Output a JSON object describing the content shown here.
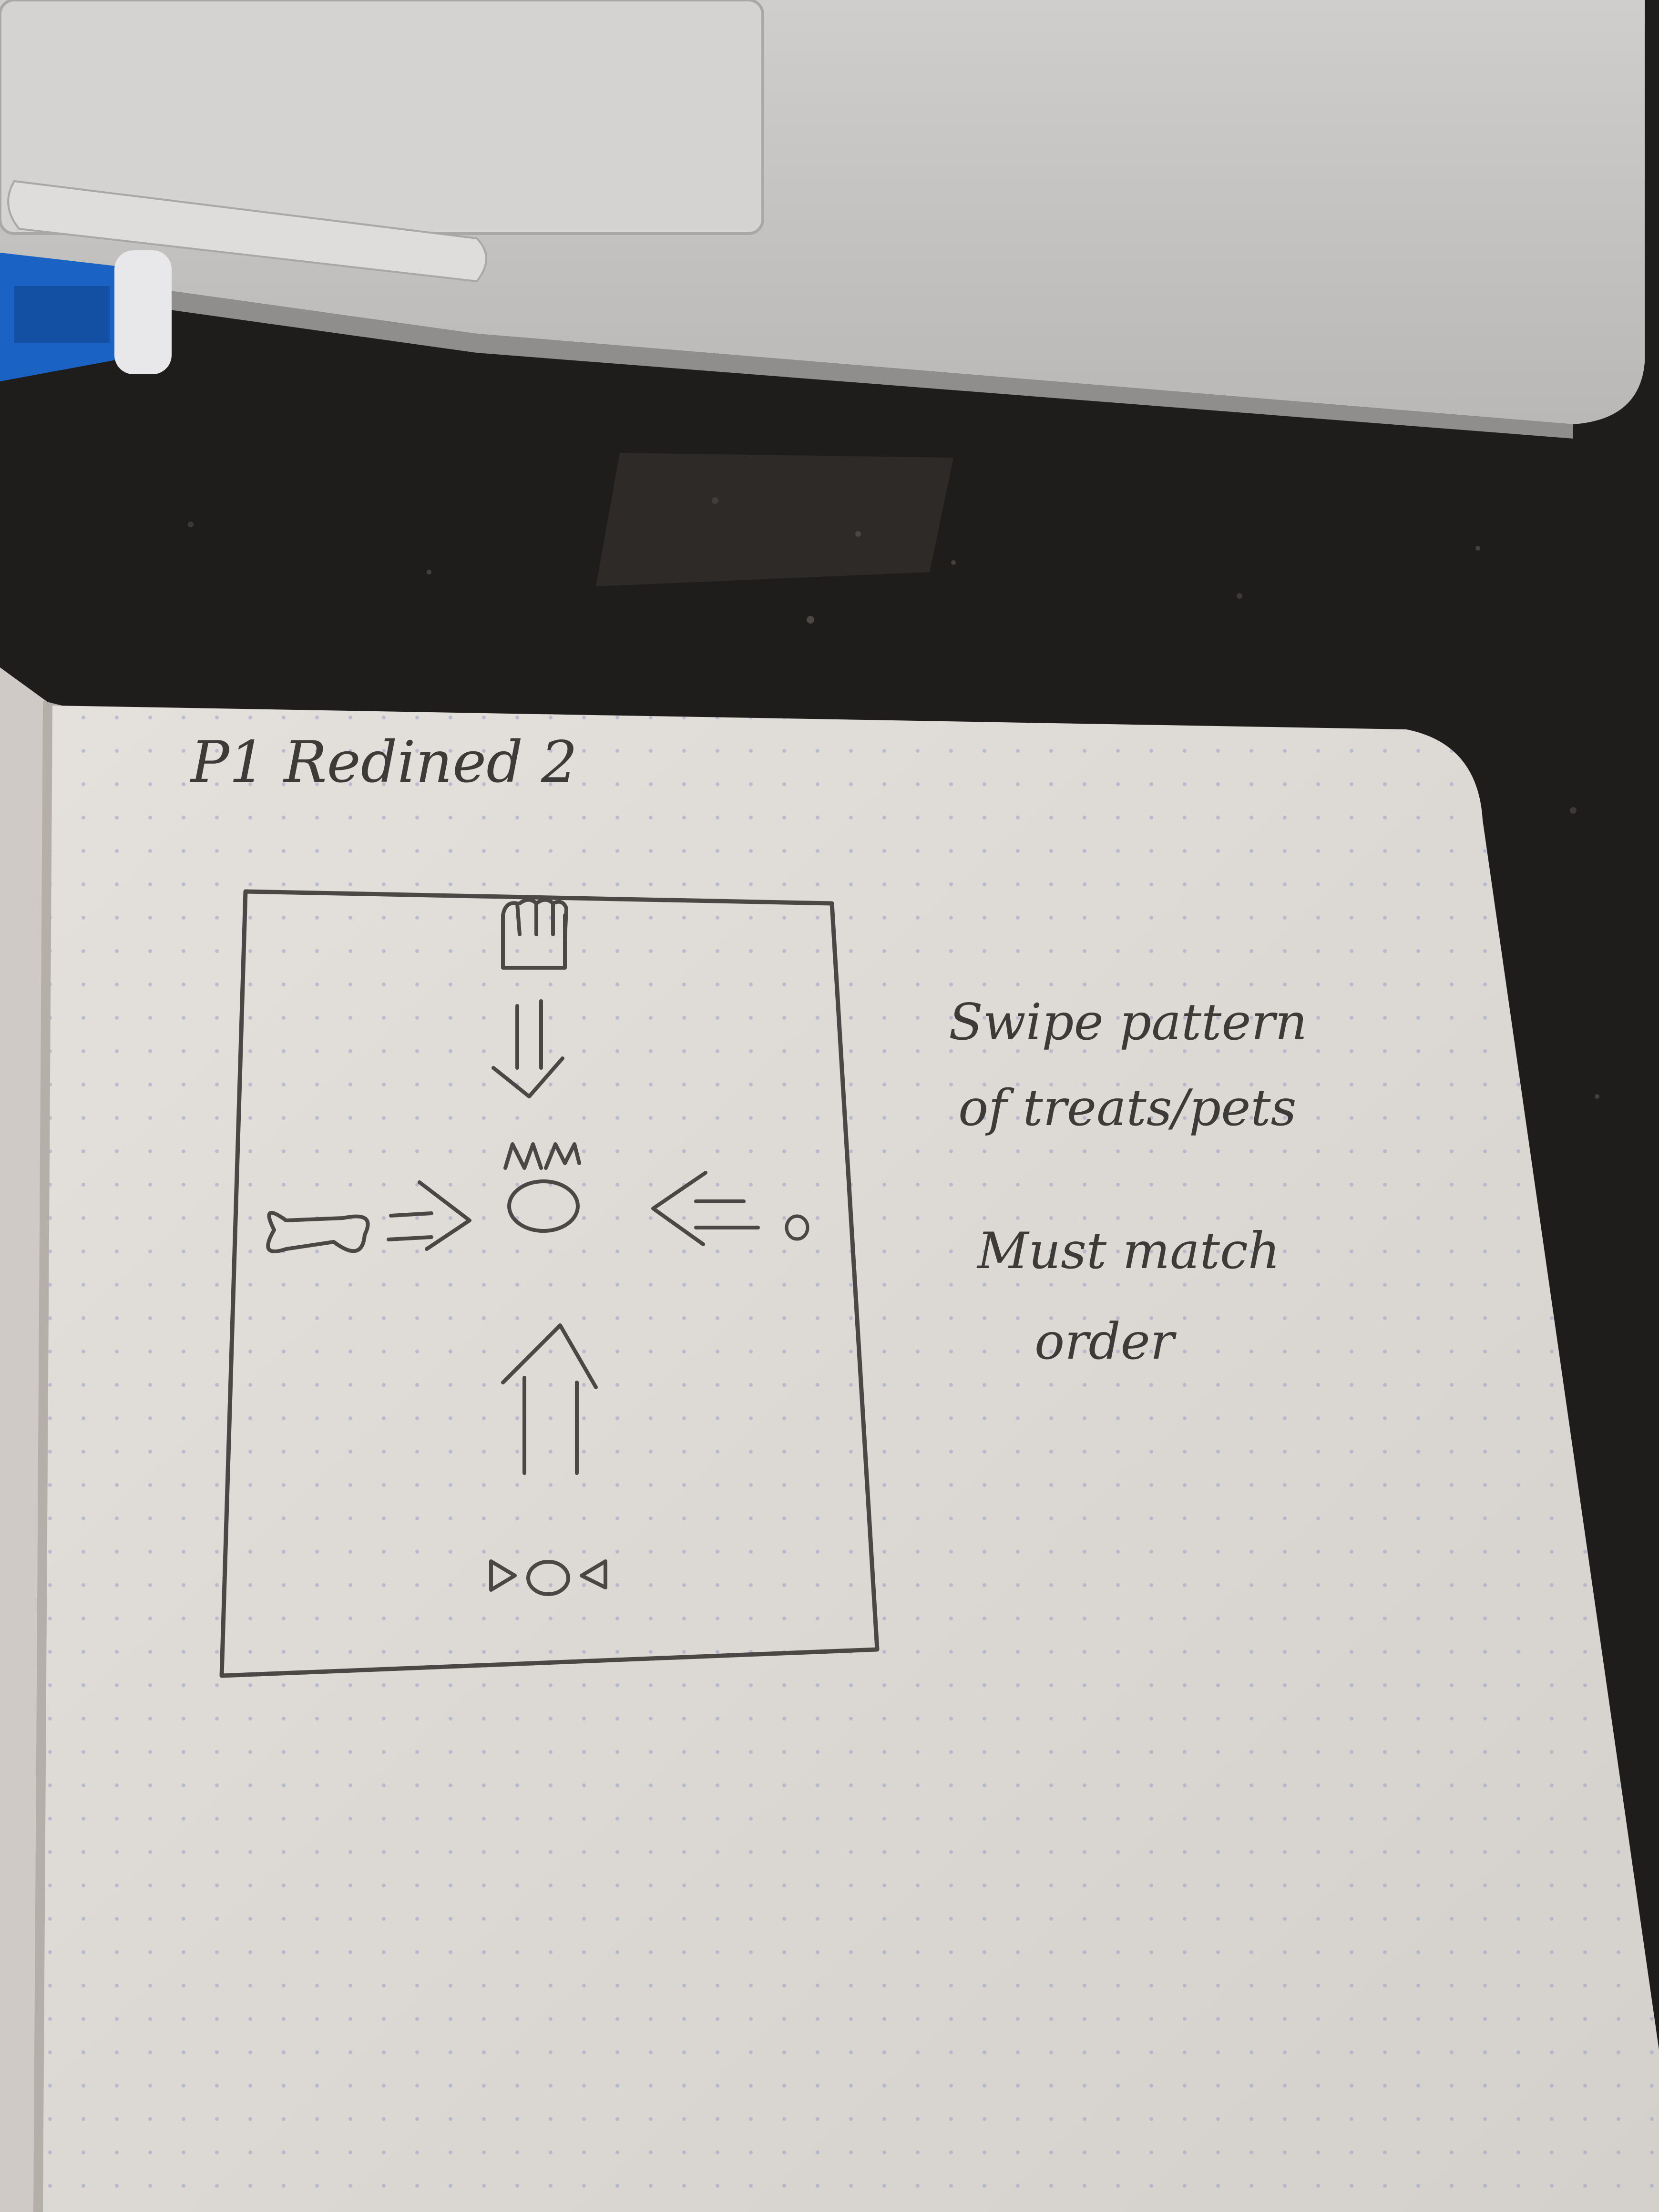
{
  "scene": {
    "description_colors": {
      "granite": "#1f1d1b",
      "laptop": "#c9c8c6",
      "paper": "#e9e5e2",
      "pencil": "#4a4744",
      "marker_blue": "#1a63c4"
    }
  },
  "notebook": {
    "heading": "P1 Redined 2",
    "notes": {
      "line1": "Swipe pattern",
      "line2": "of treats/pets",
      "line3": "Must match",
      "line4": "order"
    },
    "sketch": {
      "icons": [
        "hand-icon",
        "cat-face-icon",
        "bone-icon",
        "ball-icon",
        "bow-icon"
      ],
      "arrows": [
        "arrow-down-icon",
        "arrow-right-icon",
        "arrow-left-icon",
        "arrow-up-icon"
      ]
    }
  }
}
